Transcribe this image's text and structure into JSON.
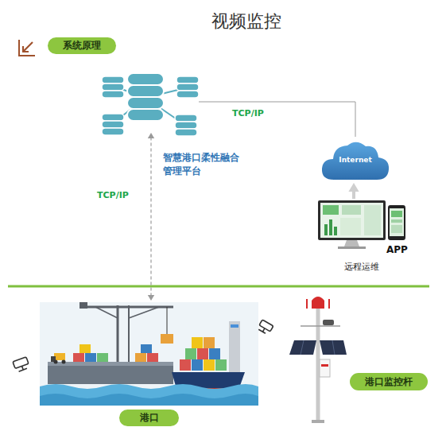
{
  "diagram": {
    "title": "视频监控",
    "nodes": [
      {
        "text": [
          "系统原理"
        ]
      },
      {
        "text": [
          "智慧港口柔性融合管理平台"
        ]
      },
      {
        "text": [
          "Internet"
        ]
      },
      {
        "text": [
          "APP",
          "远程运维"
        ]
      },
      {
        "text": [
          "港口"
        ]
      },
      {
        "text": [
          "港口监控杆"
        ]
      }
    ],
    "edges": [
      {
        "from": 1,
        "to": 2,
        "label": "TCP/IP",
        "arrow": "none"
      },
      {
        "from": 3,
        "to": 2,
        "arrow": "to"
      },
      {
        "from": 1,
        "to": 4,
        "label": "TCP/IP",
        "arrow": "both"
      }
    ]
  }
}
